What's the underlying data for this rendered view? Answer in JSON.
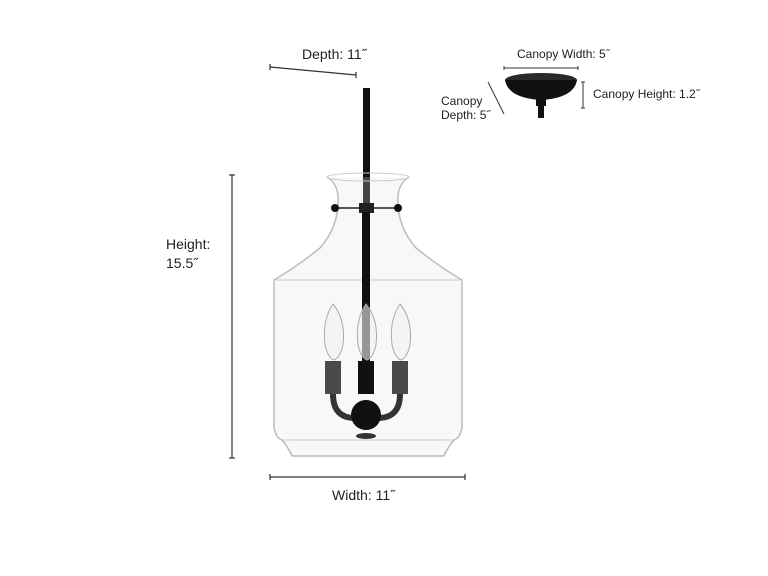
{
  "dimensions": {
    "depth": "Depth: 11˝",
    "height_line1": "Height:",
    "height_line2": "15.5˝",
    "width": "Width: 11˝",
    "canopy_width": "Canopy Width: 5˝",
    "canopy_height": "Canopy Height: 1.2˝",
    "canopy_depth_line1": "Canopy",
    "canopy_depth_line2": "Depth: 5˝"
  },
  "product": {
    "name": "pendant-light",
    "bulbs": 3,
    "finish_color": "#1a1a1a",
    "glass_color": "#d8dcdd"
  }
}
